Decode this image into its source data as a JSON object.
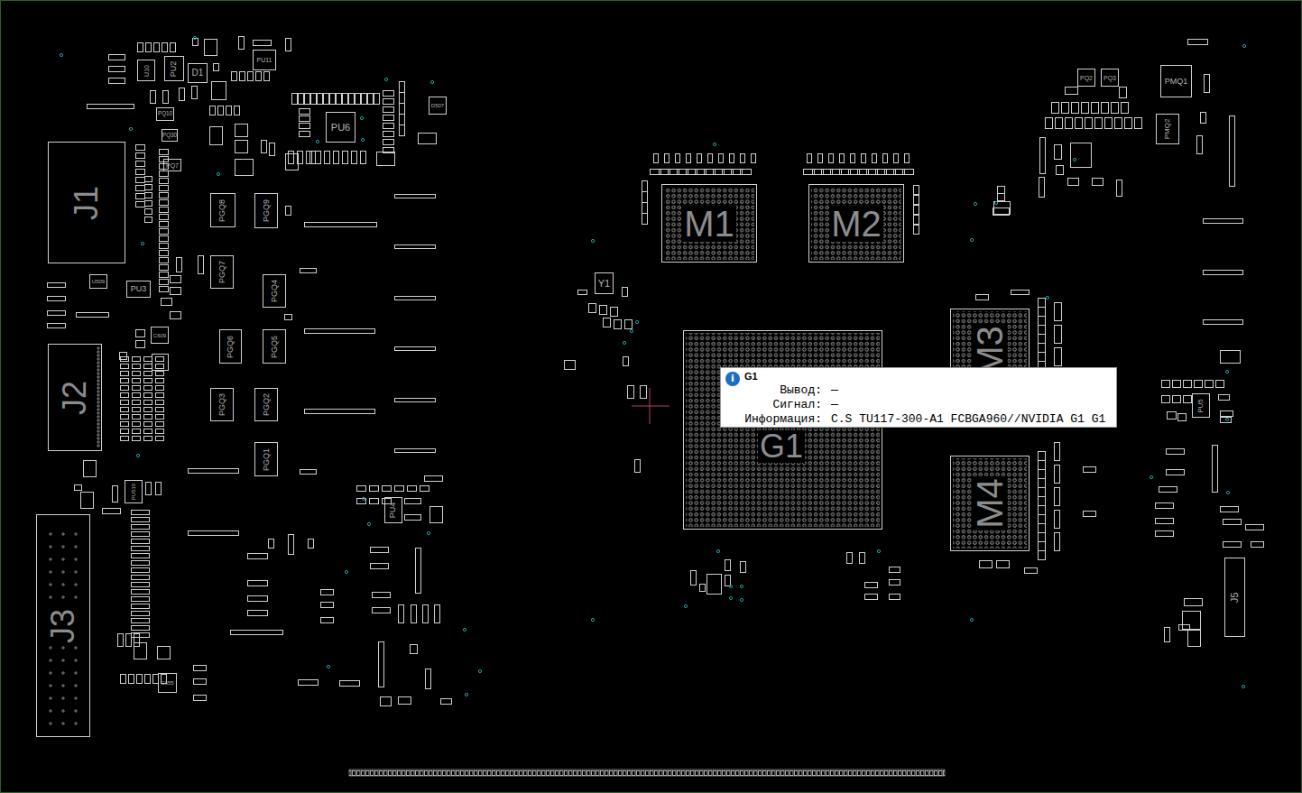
{
  "diagram": {
    "nodes": [
      {
        "text": [
          "U10"
        ]
      },
      {
        "text": [
          "PU2"
        ]
      },
      {
        "text": [
          "D1"
        ]
      },
      {
        "text": [
          "PU11"
        ]
      },
      {
        "text": [
          "PU6"
        ]
      },
      {
        "text": [
          "D507"
        ]
      },
      {
        "text": [
          "PQ10"
        ]
      },
      {
        "text": [
          "PQ30"
        ]
      },
      {
        "text": [
          "PQ7"
        ]
      },
      {
        "text": [
          "J1"
        ]
      },
      {
        "text": [
          "PGQ8"
        ]
      },
      {
        "text": [
          "PGQ9"
        ]
      },
      {
        "text": [
          "M1"
        ]
      },
      {
        "text": [
          "M2"
        ]
      },
      {
        "text": [
          "PQ2"
        ]
      },
      {
        "text": [
          "PQ3"
        ]
      },
      {
        "text": [
          "PMQ1"
        ]
      },
      {
        "text": [
          "PMQ2"
        ]
      },
      {
        "text": [
          "PGQ7"
        ]
      },
      {
        "text": [
          "U509"
        ]
      },
      {
        "text": [
          "PU3"
        ]
      },
      {
        "text": [
          "PGQ4"
        ]
      },
      {
        "text": [
          "Y1"
        ]
      },
      {
        "text": [
          "M3"
        ]
      },
      {
        "text": [
          "C609"
        ]
      },
      {
        "text": [
          "PGQ6"
        ]
      },
      {
        "text": [
          "PGQ5"
        ]
      },
      {
        "text": [
          "J2"
        ]
      },
      {
        "text": [
          "G1"
        ]
      },
      {
        "text": [
          "i",
          "G1",
          "Вывод:",
          "—",
          "Сигнал:",
          "—",
          "Информация:",
          "C.S TU117-300-A1 FCBGA960//NVIDIA G1 G1"
        ]
      },
      {
        "text": [
          "PGQ3"
        ]
      },
      {
        "text": [
          "PGQ2"
        ]
      },
      {
        "text": [
          "PU5"
        ]
      },
      {
        "text": [
          "PGQ1"
        ]
      },
      {
        "text": [
          "M4"
        ]
      },
      {
        "text": [
          "PU510"
        ]
      },
      {
        "text": [
          "PU4"
        ]
      },
      {
        "text": [
          "J3"
        ]
      },
      {
        "text": [
          "J5"
        ]
      },
      {
        "text": [
          "C655"
        ]
      }
    ]
  }
}
